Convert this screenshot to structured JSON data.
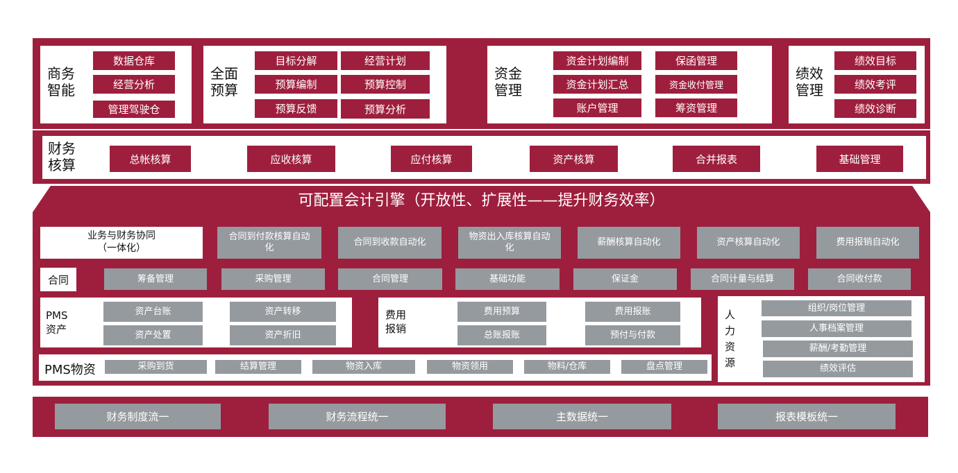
{
  "top": {
    "bi": {
      "title": "商务智能",
      "items": [
        "数据仓库",
        "经营分析",
        "管理驾驶仓"
      ]
    },
    "budget": {
      "title": "全面预算",
      "items": [
        "目标分解",
        "经营计划",
        "预算编制",
        "预算控制",
        "预算反馈",
        "预算分析"
      ]
    },
    "fund": {
      "title": "资金管理",
      "items": [
        "资金计划编制",
        "保函管理",
        "资金计划汇总",
        "资金收付管理",
        "账户管理",
        "筹资管理"
      ]
    },
    "perf": {
      "title": "绩效管理",
      "items": [
        "绩效目标",
        "绩效考评",
        "绩效诊断"
      ]
    }
  },
  "accounting": {
    "title": "财务核算",
    "items": [
      "总帐核算",
      "应收核算",
      "应付核算",
      "资产核算",
      "合并报表",
      "基础管理"
    ]
  },
  "engine": {
    "title": "可配置会计引擎（开放性、扩展性——提升财务效率）"
  },
  "synergy": {
    "title": "业务与财务协同\n（一体化）",
    "items": [
      "合同到付款核算自动化",
      "合同到收款自动化",
      "物资出入库核算自动化",
      "薪酬核算自动化",
      "资产核算自动化",
      "费用报销自动化"
    ]
  },
  "contract": {
    "title": "合同",
    "items": [
      "筹备管理",
      "采购管理",
      "合同管理",
      "基础功能",
      "保证金",
      "合同计量与结算",
      "合同收付款"
    ]
  },
  "pms_asset": {
    "title": "PMS资产",
    "items": [
      "资产台账",
      "资产转移",
      "资产处置",
      "资产折旧"
    ]
  },
  "expense": {
    "title": "费用报销",
    "items": [
      "费用预算",
      "费用报账",
      "总账报账",
      "预付与付款"
    ]
  },
  "hr": {
    "title": "人力资源",
    "items": [
      "组织/岗位管理",
      "人事档案管理",
      "薪酬/考勤管理",
      "绩效评估"
    ]
  },
  "pms_material": {
    "title": "PMS物资",
    "items": [
      "采购到货",
      "结算管理",
      "物资入库",
      "物资领用",
      "物料/仓库",
      "盘点管理"
    ]
  },
  "unify": {
    "items": [
      "财务制度流一",
      "财务流程统一",
      "主数据统一",
      "报表模板统一"
    ]
  },
  "colors": {
    "brand": "#9e1f3d",
    "gray": "#959a9f"
  }
}
